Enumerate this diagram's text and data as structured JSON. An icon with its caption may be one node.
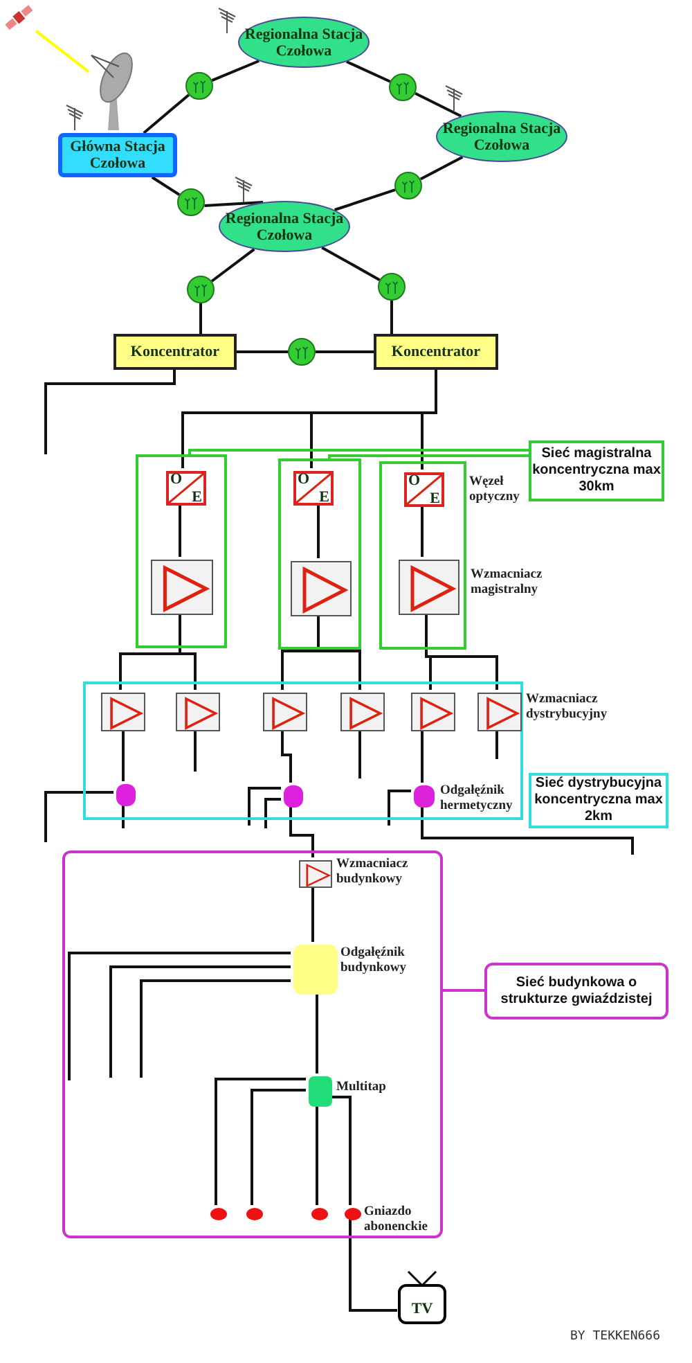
{
  "diagram": {
    "nodes": [
      {
        "text": [],
        "shape": "picture"
      },
      {
        "text": [],
        "shape": "picture"
      },
      {
        "text": [
          "Regionalna Stacja Czołowa"
        ]
      },
      {
        "text": [
          "Główna Stacja Czołowa"
        ]
      },
      {
        "text": [
          "Regionalna Stacja Czołowa"
        ]
      },
      {
        "text": [
          "Regionalna Stacja Czołowa"
        ]
      },
      {
        "text": [],
        "shape": "circle"
      },
      {
        "text": [],
        "shape": "circle"
      },
      {
        "text": [],
        "shape": "circle"
      },
      {
        "text": [],
        "shape": "circle"
      },
      {
        "text": [],
        "shape": "circle"
      },
      {
        "text": [],
        "shape": "circle"
      },
      {
        "text": [
          "Koncentrator"
        ]
      },
      {
        "text": [],
        "shape": "circle"
      },
      {
        "text": [
          "Koncentrator"
        ]
      },
      {
        "text": [
          "Sieć magistralna koncentryczna max 30km"
        ]
      },
      {
        "text": [],
        "shape": "box"
      },
      {
        "text": [
          "O",
          "E"
        ],
        "in": 16
      },
      {
        "text": [],
        "shape": "box",
        "in": 16
      },
      {
        "text": [],
        "shape": "box"
      },
      {
        "text": [
          "O",
          "E"
        ],
        "in": 19
      },
      {
        "text": [],
        "shape": "box",
        "in": 19
      },
      {
        "text": [],
        "shape": "box"
      },
      {
        "text": [
          "O",
          "E"
        ],
        "in": 22
      },
      {
        "text": [],
        "shape": "box",
        "in": 22,
        "beside": [
          "Wzmacniacz magistralny"
        ]
      },
      {
        "text": [],
        "shape": "box"
      },
      {
        "text": [],
        "shape": "box",
        "in": 25
      },
      {
        "text": [],
        "shape": "box",
        "in": 25
      },
      {
        "text": [],
        "shape": "box",
        "in": 25
      },
      {
        "text": [],
        "shape": "box",
        "in": 25
      },
      {
        "text": [],
        "shape": "box",
        "in": 25
      },
      {
        "text": [],
        "shape": "box",
        "in": 25,
        "beside": [
          "Wzmacniacz dystrybucyjny"
        ]
      },
      {
        "text": [],
        "shape": "box",
        "in": 25
      },
      {
        "text": [],
        "shape": "box",
        "in": 25
      },
      {
        "text": [],
        "shape": "box",
        "in": 25,
        "beside": [
          "Odgałęźnik hermetyczny"
        ]
      },
      {
        "text": [
          "Sieć dystrybucyjna koncentryczna max 2km"
        ]
      },
      {
        "text": [],
        "shape": "box"
      },
      {
        "text": [],
        "shape": "box",
        "in": 36,
        "beside": [
          "Wzmacniacz budynkowy"
        ]
      },
      {
        "text": [],
        "shape": "box",
        "in": 36,
        "beside": [
          "Odgałęźnik budynkowy"
        ]
      },
      {
        "text": [
          "Sieć budynkowa o strukturze gwiaździstej"
        ]
      },
      {
        "text": [],
        "shape": "box",
        "in": 36,
        "beside": [
          "Multitap"
        ]
      },
      {
        "text": [],
        "shape": "circle",
        "in": 36
      },
      {
        "text": [],
        "shape": "circle",
        "in": 36
      },
      {
        "text": [],
        "shape": "circle",
        "in": 36
      },
      {
        "text": [],
        "shape": "circle",
        "in": 36,
        "beside": [
          "Gniazdo abonenckie"
        ]
      },
      {
        "text": [
          "TV"
        ]
      }
    ],
    "edges": [
      {
        "from": 0,
        "to": 1,
        "arrow": "none",
        "color": "#ffff00"
      },
      {
        "from": 3,
        "to": 6,
        "arrow": "none"
      },
      {
        "from": 6,
        "to": 2,
        "arrow": "none"
      },
      {
        "from": 2,
        "to": 7,
        "arrow": "none"
      },
      {
        "from": 7,
        "to": 4,
        "arrow": "none"
      },
      {
        "from": 4,
        "to": 8,
        "arrow": "none"
      },
      {
        "from": 8,
        "to": 5,
        "arrow": "none"
      },
      {
        "from": 3,
        "to": 9,
        "arrow": "none"
      },
      {
        "from": 9,
        "to": 5,
        "arrow": "none"
      },
      {
        "from": 5,
        "to": 10,
        "arrow": "none"
      },
      {
        "from": 10,
        "to": 12,
        "arrow": "none"
      },
      {
        "from": 5,
        "to": 11,
        "arrow": "none"
      },
      {
        "from": 11,
        "to": 14,
        "arrow": "none"
      },
      {
        "from": 12,
        "to": 13,
        "arrow": "none"
      },
      {
        "from": 13,
        "to": 14,
        "arrow": "none"
      },
      {
        "from": 12,
        "to": null,
        "arrow": "none"
      },
      {
        "from": 14,
        "to": 17,
        "arrow": "none"
      },
      {
        "from": 14,
        "to": 20,
        "arrow": "none"
      },
      {
        "from": 14,
        "to": 23,
        "arrow": "none"
      },
      {
        "from": 17,
        "to": 18,
        "arrow": "none"
      },
      {
        "from": 20,
        "to": 21,
        "arrow": "none"
      },
      {
        "from": 23,
        "to": 24,
        "arrow": "none"
      },
      {
        "from": 18,
        "to": 26,
        "arrow": "none"
      },
      {
        "from": 18,
        "to": 27,
        "arrow": "none"
      },
      {
        "from": 21,
        "to": 28,
        "arrow": "none"
      },
      {
        "from": 21,
        "to": 29,
        "arrow": "none"
      },
      {
        "from": 24,
        "to": 30,
        "arrow": "none"
      },
      {
        "from": 24,
        "to": 31,
        "arrow": "none"
      },
      {
        "from": 26,
        "to": 32,
        "arrow": "none"
      },
      {
        "from": 27,
        "to": null,
        "arrow": "none"
      },
      {
        "from": 28,
        "to": 33,
        "arrow": "none"
      },
      {
        "from": 29,
        "to": null,
        "arrow": "none"
      },
      {
        "from": 30,
        "to": 34,
        "arrow": "none"
      },
      {
        "from": 31,
        "to": null,
        "arrow": "none"
      },
      {
        "from": 32,
        "to": null,
        "arrow": "none"
      },
      {
        "from": 32,
        "to": null,
        "arrow": "none"
      },
      {
        "from": 33,
        "to": null,
        "arrow": "none"
      },
      {
        "from": 33,
        "to": null,
        "arrow": "none"
      },
      {
        "from": 33,
        "to": 37,
        "arrow": "none"
      },
      {
        "from": 34,
        "to": null,
        "arrow": "none"
      },
      {
        "from": 34,
        "to": null,
        "arrow": "none"
      },
      {
        "from": 37,
        "to": 38,
        "arrow": "none"
      },
      {
        "from": 38,
        "to": null,
        "arrow": "none"
      },
      {
        "from": 38,
        "to": null,
        "arrow": "none"
      },
      {
        "from": 38,
        "to": null,
        "arrow": "none"
      },
      {
        "from": 38,
        "to": 40,
        "arrow": "none"
      },
      {
        "from": 40,
        "to": 41,
        "arrow": "none"
      },
      {
        "from": 40,
        "to": 42,
        "arrow": "none"
      },
      {
        "from": 40,
        "to": 43,
        "arrow": "none"
      },
      {
        "from": 40,
        "to": 44,
        "arrow": "none"
      },
      {
        "from": 44,
        "to": 45,
        "arrow": "none"
      },
      {
        "from": 15,
        "to": 16,
        "arrow": "none",
        "color": "#33cc33"
      },
      {
        "from": 15,
        "to": 19,
        "arrow": "none",
        "color": "#33cc33"
      },
      {
        "from": 39,
        "to": 36,
        "arrow": "none",
        "color": "#cc33cc"
      }
    ],
    "labels": [
      "Węzeł optyczny",
      "BY TEKKEN666"
    ]
  }
}
